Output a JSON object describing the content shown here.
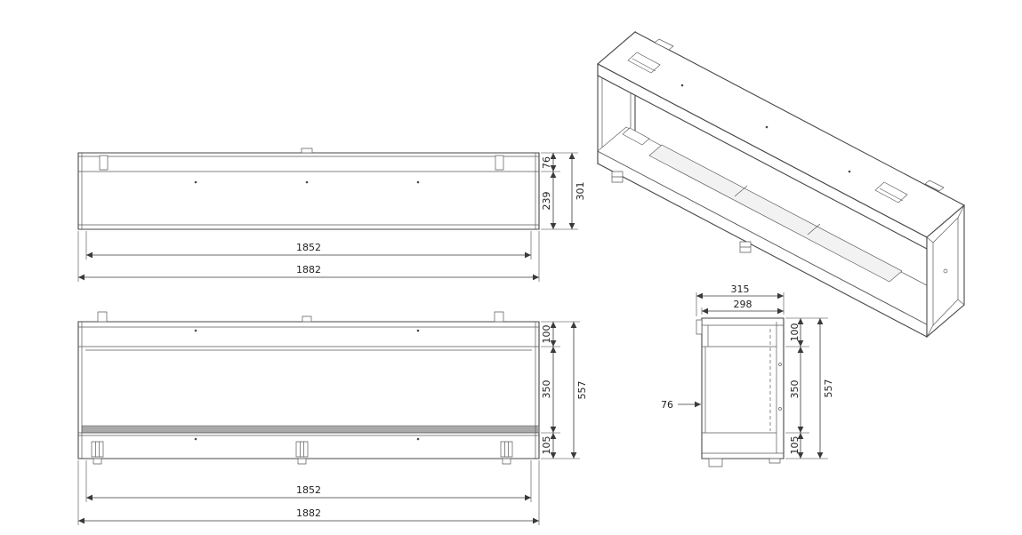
{
  "views": {
    "top": {
      "dims": {
        "flange_depth": "76",
        "body_depth": "239",
        "total_depth": "301",
        "inner_width": "1852",
        "outer_width": "1882"
      }
    },
    "front": {
      "dims": {
        "top_section": "100",
        "opening_height": "350",
        "base_section": "105",
        "total_height": "557",
        "inner_width": "1852",
        "outer_width": "1882"
      }
    },
    "side": {
      "dims": {
        "outer_depth": "315",
        "inner_depth": "298",
        "top_section": "100",
        "opening_height": "350",
        "base_section": "105",
        "total_height": "557",
        "front_inset": "76"
      }
    }
  }
}
